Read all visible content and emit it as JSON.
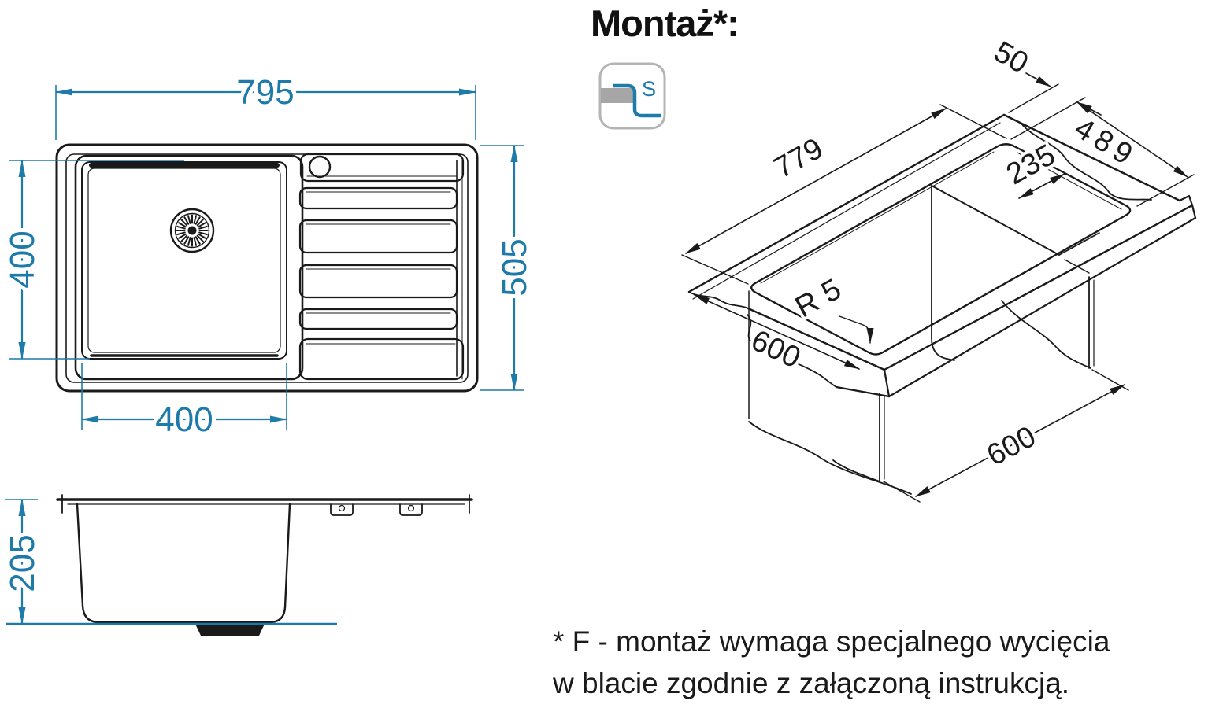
{
  "title": "Montaż*:",
  "footnote": {
    "line1": "* F - montaż wymaga specjalnego wycięcia",
    "line2": "w blacie zgodnie z załączoną instrukcją."
  },
  "mounting_icon": {
    "letter": "S"
  },
  "colors": {
    "dimension_teal": "#1e7aa9",
    "drawing_line": "#1a1a1a",
    "icon_gray": "#a6a6a6"
  },
  "top_view": {
    "overall_width": "795",
    "overall_depth": "505",
    "bowl_width": "400",
    "bowl_depth": "400"
  },
  "side_view": {
    "bowl_height": "205"
  },
  "installation_view": {
    "edge_distance": "50",
    "cutout_depth": "489",
    "cutout_length": "779",
    "drainer_offset": "235",
    "corner_radius": "R 5",
    "worktop_depth": "600",
    "cabinet_width": "600"
  }
}
